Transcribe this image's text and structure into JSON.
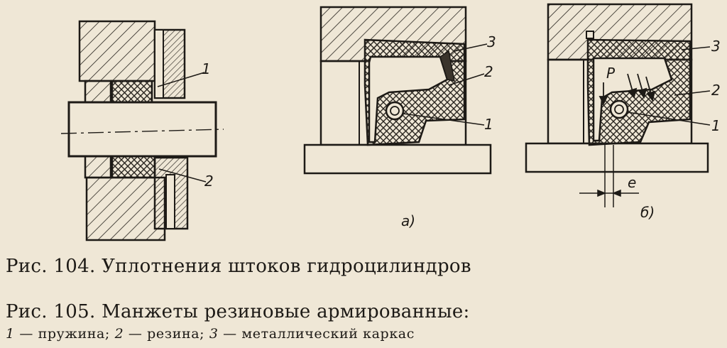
{
  "figure104": {
    "caption": "Рис. 104. Уплотнения штоков гидроцилиндров",
    "labels": {
      "one": "1",
      "two": "2"
    }
  },
  "figure105": {
    "caption": "Рис. 105. Манжеты резиновые армированные:",
    "legend": [
      {
        "num": "1",
        "text": " — пружина; "
      },
      {
        "num": "2",
        "text": " — резина; "
      },
      {
        "num": "3",
        "text": " — металлический каркас"
      }
    ],
    "panel_a": {
      "letter": "а)",
      "labels": {
        "three": "3",
        "two": "2",
        "one": "1"
      }
    },
    "panel_b": {
      "letter": "б)",
      "labels": {
        "three": "3",
        "two": "2",
        "one": "1",
        "pressure": "P",
        "gap": "e"
      }
    }
  }
}
